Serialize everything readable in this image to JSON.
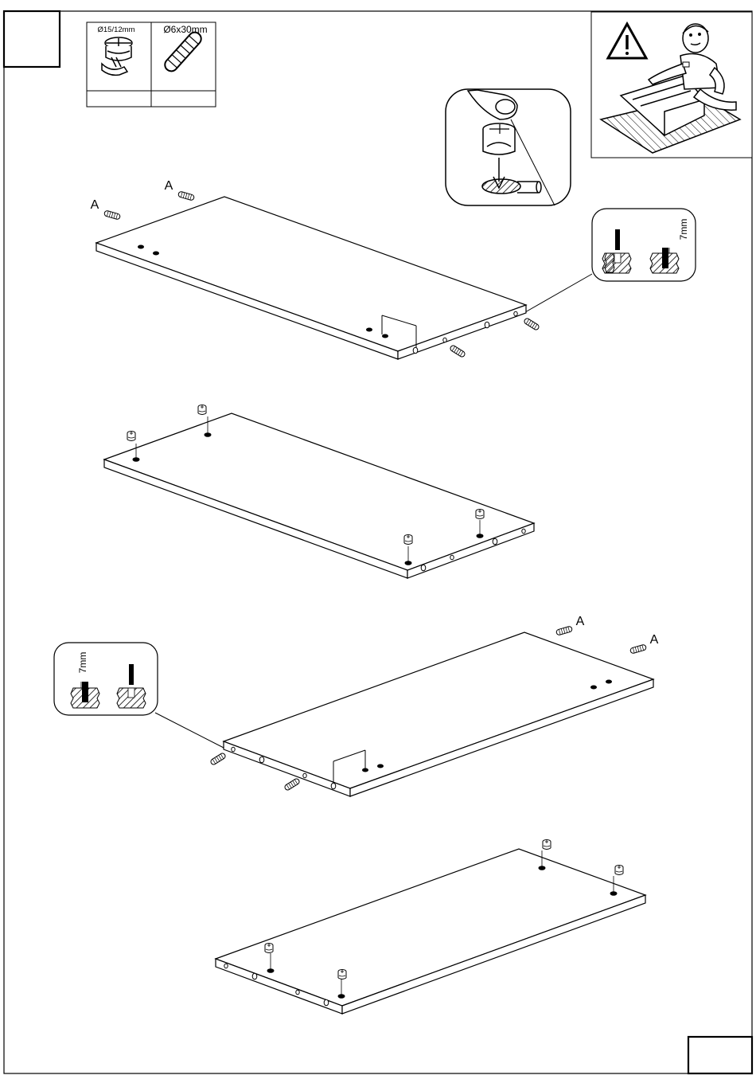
{
  "parts_table": {
    "cam_lock_size": "Ø15/12mm",
    "dowel_size": "Ø6x30mm",
    "cam_lock_qty": "",
    "dowel_qty": ""
  },
  "labels": {
    "part_a": "A"
  },
  "depth_detail": {
    "depth": "7mm"
  },
  "colors": {
    "line": "#000000",
    "background": "#ffffff"
  }
}
